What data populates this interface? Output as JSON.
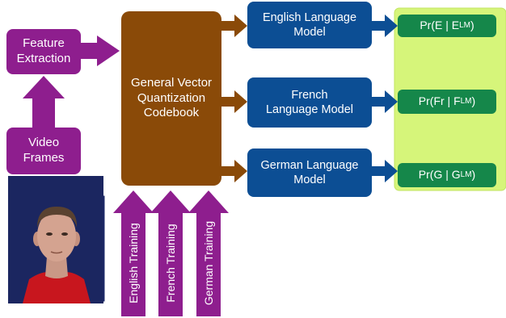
{
  "feature_extraction": {
    "label": "Feature\nExtraction"
  },
  "video_frames": {
    "label": "Video\nFrames"
  },
  "codebook": {
    "label": "General Vector\nQuantization\nCodebook"
  },
  "language_models": [
    {
      "label": "English Language\nModel"
    },
    {
      "label": "French\nLanguage Model"
    },
    {
      "label": "German Language\nModel"
    }
  ],
  "probabilities": [
    {
      "prefix": "Pr(E | E",
      "sub": "LM",
      "suffix": ")"
    },
    {
      "prefix": "Pr(Fr | F",
      "sub": "LM",
      "suffix": ")"
    },
    {
      "prefix": "Pr(G | G",
      "sub": "LM",
      "suffix": ")"
    }
  ],
  "training": [
    {
      "label": "English Training"
    },
    {
      "label": "French Training"
    },
    {
      "label": "German Training"
    }
  ],
  "colors": {
    "purple": "#8e1e8e",
    "brown": "#8a4a08",
    "blue": "#0c4e94",
    "green": "#15874a",
    "lime_panel": "#d6f57a",
    "frame_bg": "#1b2660"
  }
}
